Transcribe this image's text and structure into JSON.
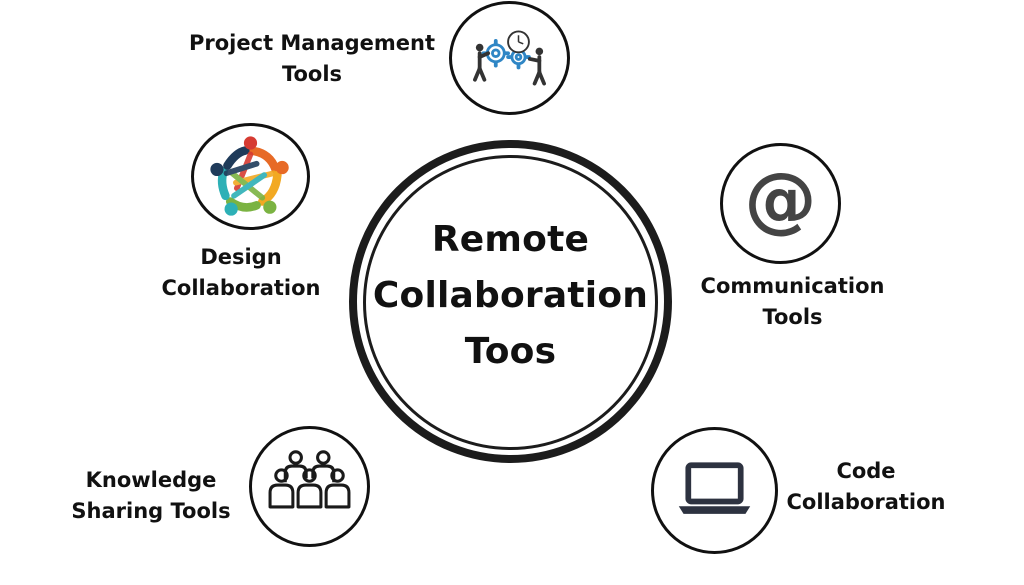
{
  "center": {
    "line1": "Remote",
    "line2": "Collaboration",
    "line3": "Toos"
  },
  "nodes": [
    {
      "line1": "Project Management",
      "line2": "Tools",
      "icon": "gears-people-clock-icon"
    },
    {
      "line1": "Communication",
      "line2": "Tools",
      "icon": "at-sign-icon"
    },
    {
      "line1": "Code",
      "line2": "Collaboration",
      "icon": "laptop-icon"
    },
    {
      "line1": "Knowledge",
      "line2": "Sharing Tools",
      "icon": "group-people-icon"
    },
    {
      "line1": "Design",
      "line2": "Collaboration",
      "icon": "team-circle-icon"
    }
  ],
  "colors": {
    "stroke": "#1c1c1c",
    "gear_blue": "#2f86c5",
    "team_orange": "#e76a26",
    "team_red": "#d63b32",
    "team_yellow": "#f2a922",
    "team_green": "#7bb342",
    "team_teal": "#2db0b6",
    "team_navy": "#1f3b5a"
  }
}
